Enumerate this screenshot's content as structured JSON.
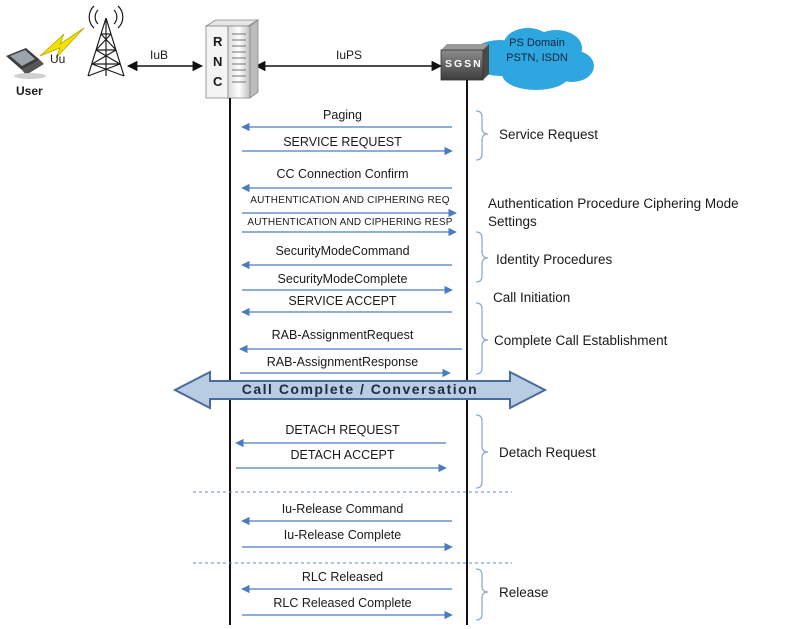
{
  "nodes": {
    "user": "User",
    "uu": "Uu",
    "iub": "IuB",
    "iups": "IuPS",
    "rnc_letters": [
      "R",
      "N",
      "C"
    ],
    "sgsn": "SGSN",
    "cloud_line1": "PS Domain",
    "cloud_line2": "PSTN, ISDN"
  },
  "messages": [
    {
      "text": "Paging",
      "direction": "left"
    },
    {
      "text": "SERVICE REQUEST",
      "direction": "right"
    },
    {
      "text": "CC Connection Confirm",
      "direction": "left"
    },
    {
      "text": "AUTHENTICATION  AND CIPHERING  REQ",
      "direction": "right"
    },
    {
      "text": "AUTHENTICATION  AND CIPHERING  RESP",
      "direction": "right"
    },
    {
      "text": "SecurityModeCommand",
      "direction": "left"
    },
    {
      "text": "SecurityModeComplete",
      "direction": "right"
    },
    {
      "text": "SERVICE ACCEPT",
      "direction": "left"
    },
    {
      "text": "RAB-AssignmentRequest",
      "direction": "left"
    },
    {
      "text": "RAB-AssignmentResponse",
      "direction": "right"
    },
    {
      "text": "DETACH REQUEST",
      "direction": "left"
    },
    {
      "text": "DETACH ACCEPT",
      "direction": "right"
    },
    {
      "text": "Iu-Release Command",
      "direction": "left"
    },
    {
      "text": "Iu-Release Complete",
      "direction": "right"
    },
    {
      "text": "RLC Released",
      "direction": "left"
    },
    {
      "text": "RLC Released Complete",
      "direction": "right"
    }
  ],
  "banner": "Call Complete / Conversation",
  "phases": {
    "service_request": "Service Request",
    "auth_line1": "Authentication Procedure Ciphering Mode",
    "auth_line2": "Settings",
    "identity": "Identity Procedures",
    "call_initiation": "Call Initiation",
    "complete_call": "Complete Call Establishment",
    "detach": "Detach Request",
    "release": "Release"
  },
  "colors": {
    "arrow": "#4a7cc0",
    "banner_fill": "#b8cce4",
    "banner_stroke": "#4a6c9a",
    "cloud": "#2ea6e0",
    "brace": "#8eaad6",
    "dashed": "#5b8ad0"
  }
}
